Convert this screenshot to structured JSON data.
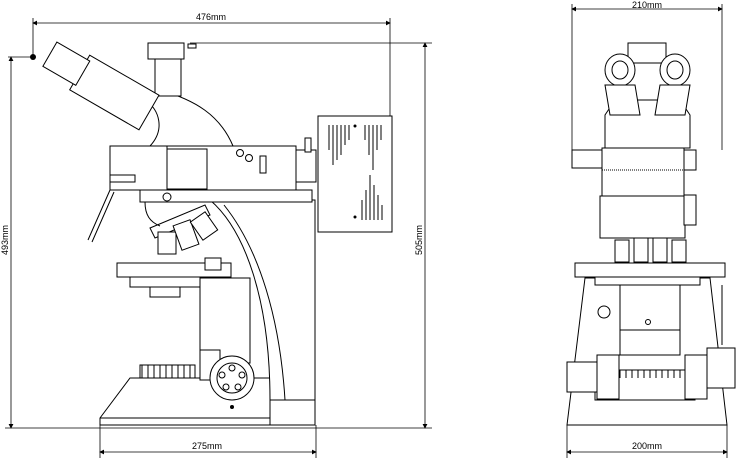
{
  "dimensions": {
    "side_overall_width": "476mm",
    "side_height_eyepiece": "493mm",
    "side_height_total": "505mm",
    "side_base_width": "275mm",
    "front_overall_width": "210mm",
    "front_base_width": "200mm"
  },
  "colors": {
    "line": "#000000",
    "background": "#ffffff"
  }
}
